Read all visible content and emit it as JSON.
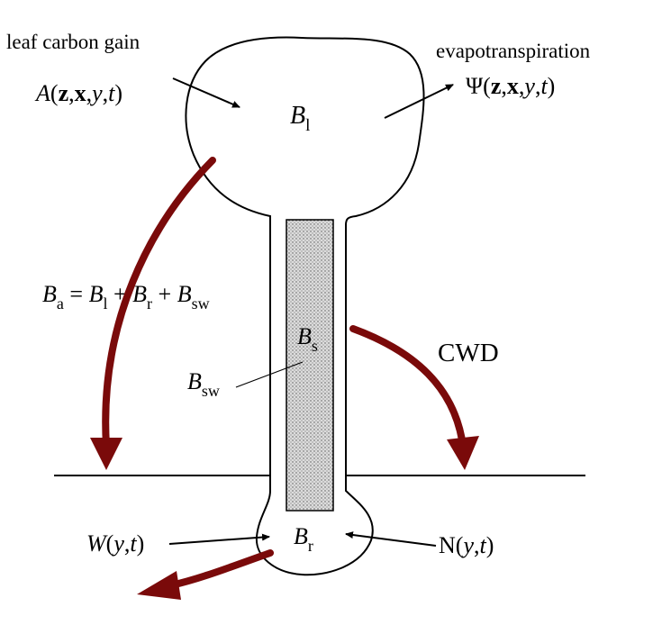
{
  "labels": {
    "leaf_gain": "leaf carbon gain",
    "evapo": "evapotranspiration",
    "cwd": "CWD"
  },
  "colors": {
    "arrow": "#7a0a0a",
    "outline": "#000000",
    "stem_fill": "#d6d6d6"
  }
}
